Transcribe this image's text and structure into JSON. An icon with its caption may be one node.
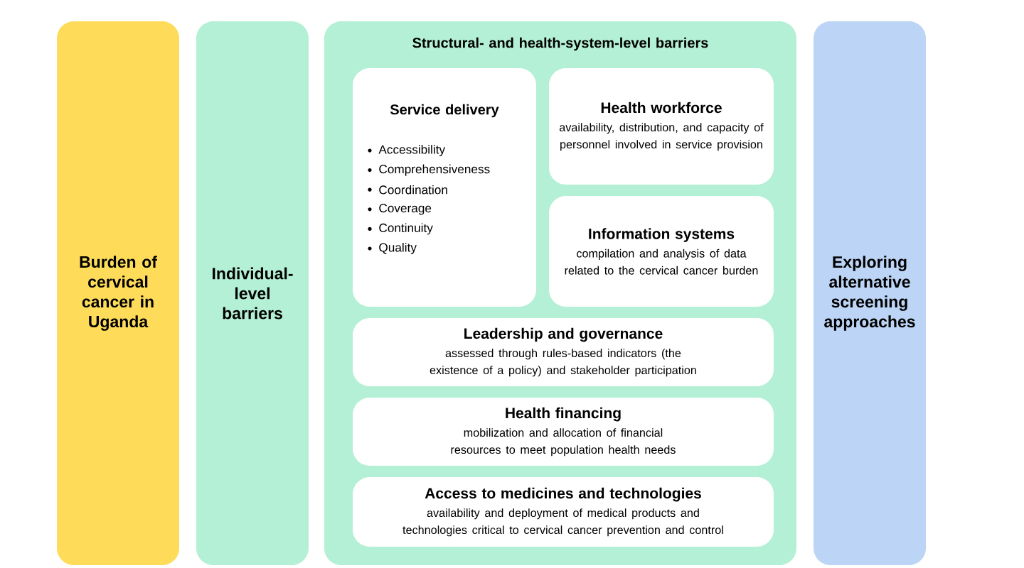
{
  "diagram": {
    "nodes": [
      {
        "text": [
          "Burden of cervical cancer in Uganda"
        ]
      },
      {
        "text": [
          "Individual-level barriers"
        ]
      },
      {
        "text": [
          "Structural- and health-system-level barriers"
        ]
      },
      {
        "text": [
          "Service delivery",
          "Accessibility",
          "Comprehensiveness",
          "Coordination",
          "Coverage",
          "Continuity",
          "Quality"
        ],
        "in": 2
      },
      {
        "text": [
          "Health workforce",
          "availability, distribution, and capacity of personnel involved in service provision"
        ],
        "in": 2
      },
      {
        "text": [
          "Information systems",
          "compilation and analysis of data related to the cervical cancer burden"
        ],
        "in": 2
      },
      {
        "text": [
          "Leadership and governance",
          "assessed through rules-based indicators (the existence of a policy) and stakeholder participation"
        ],
        "in": 2
      },
      {
        "text": [
          "Health financing",
          "mobilization and allocation of financial resources to meet population health needs"
        ],
        "in": 2
      },
      {
        "text": [
          "Access to medicines and technologies",
          "availability and deployment of medical products and technologies critical to cervical cancer prevention and control"
        ],
        "in": 2
      },
      {
        "text": [
          "Exploring alternative screening approaches"
        ]
      }
    ],
    "edges": []
  }
}
